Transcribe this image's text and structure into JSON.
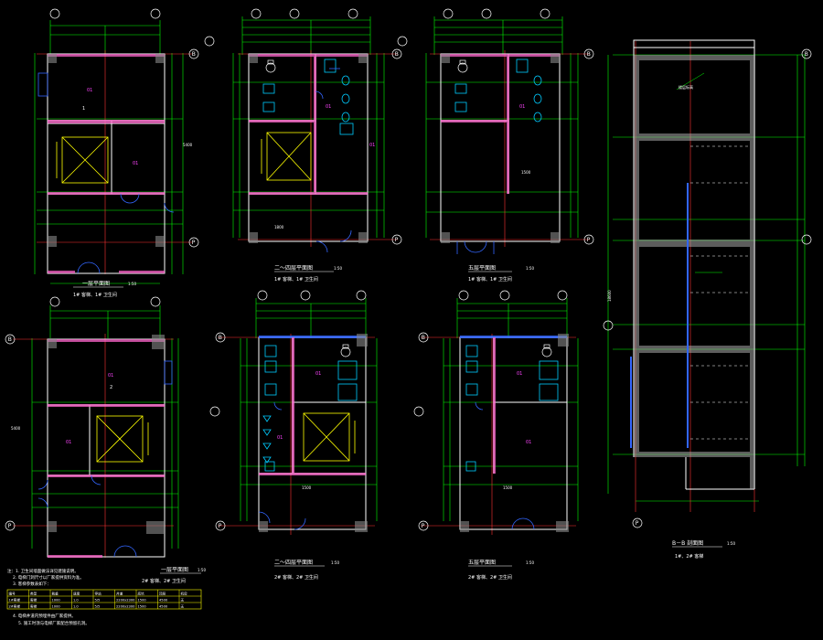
{
  "drawing": {
    "colors": {
      "background": "#000000",
      "wall": "#ffffff",
      "hatch": "#ff66cc",
      "dimension": "#00ff00",
      "axis_line": "#ff3333",
      "elevator": "#ffff00",
      "fixture": "#00ccff",
      "door": "#3366ff",
      "text": "#ffffff",
      "label": "#ff44ff"
    },
    "axes": {
      "top": "B",
      "bottom": "P"
    },
    "plans": [
      {
        "id": "p1",
        "caption": "一层平面图",
        "scale": "1:50",
        "subcaption": "1# 客梯、1# 卫生间"
      },
      {
        "id": "p2",
        "caption": "二～四层平面图",
        "scale": "1:50",
        "subcaption": "1# 客梯、1# 卫生间"
      },
      {
        "id": "p3",
        "caption": "五层平面图",
        "scale": "1:50",
        "subcaption": "1# 客梯、1# 卫生间"
      },
      {
        "id": "p4",
        "caption": "一层平面图",
        "scale": "1:50",
        "subcaption": "2# 客梯、2# 卫生间"
      },
      {
        "id": "p5",
        "caption": "二～四层平面图",
        "scale": "1:50",
        "subcaption": "2# 客梯、2# 卫生间"
      },
      {
        "id": "p6",
        "caption": "五层平面图",
        "scale": "1:50",
        "subcaption": "2# 客梯、2# 卫生间"
      }
    ],
    "section": {
      "caption": "B－B 剖面图",
      "scale": "1:50",
      "subcaption": "1#、2# 客梯"
    },
    "notes": [
      "注：1. 卫生间墙面做法详见建施说明。",
      "2. 电梯门洞尺寸以厂家提供资料为准。",
      "3. 客梯参数表如下："
    ],
    "table": {
      "header": [
        "编号",
        "类型",
        "载重",
        "速度",
        "停站",
        "井道",
        "底坑",
        "顶层",
        "机房"
      ],
      "rows": [
        [
          "1#客梯",
          "客梯",
          "1000",
          "1.0",
          "5/5",
          "2200x2300",
          "1500",
          "4500",
          "无"
        ],
        [
          "2#客梯",
          "客梯",
          "1000",
          "1.0",
          "5/5",
          "2200x2300",
          "1500",
          "4500",
          "无"
        ]
      ]
    },
    "footnotes": [
      "4. 电梯井道内预埋件由厂家提供。",
      "5. 施工时须与电梯厂家配合预留孔洞。"
    ]
  }
}
